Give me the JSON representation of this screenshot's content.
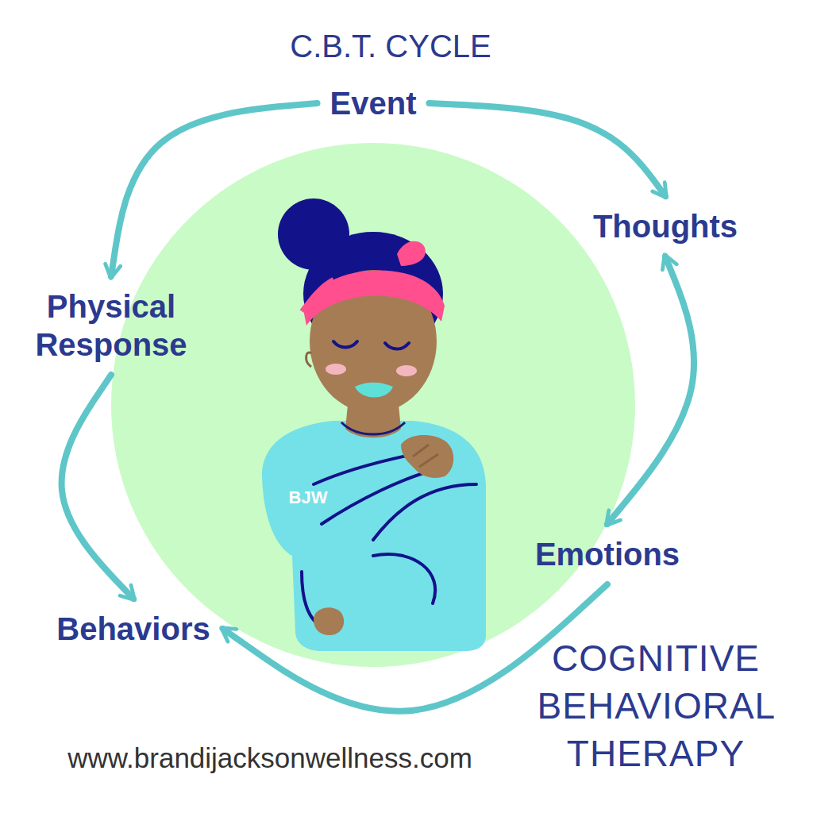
{
  "diagram": {
    "title": "C.B.T. CYCLE",
    "nodes": [
      {
        "text": [
          "Event"
        ]
      },
      {
        "text": [
          "Thoughts"
        ]
      },
      {
        "text": [
          "Emotions"
        ]
      },
      {
        "text": [
          "Behaviors"
        ]
      },
      {
        "text": [
          "Physical Response"
        ]
      }
    ],
    "edges": [
      {
        "from": 0,
        "to": 1,
        "arrow": "to"
      },
      {
        "from": 1,
        "to": 2,
        "arrow": "both"
      },
      {
        "from": 2,
        "to": 3,
        "arrow": "to"
      },
      {
        "from": 0,
        "to": 4,
        "arrow": "to"
      },
      {
        "from": 4,
        "to": 3,
        "arrow": "to"
      }
    ],
    "labels": [
      "BJW",
      "COGNITIVE BEHAVIORAL THERAPY",
      "www.brandijacksonwellness.com"
    ]
  }
}
